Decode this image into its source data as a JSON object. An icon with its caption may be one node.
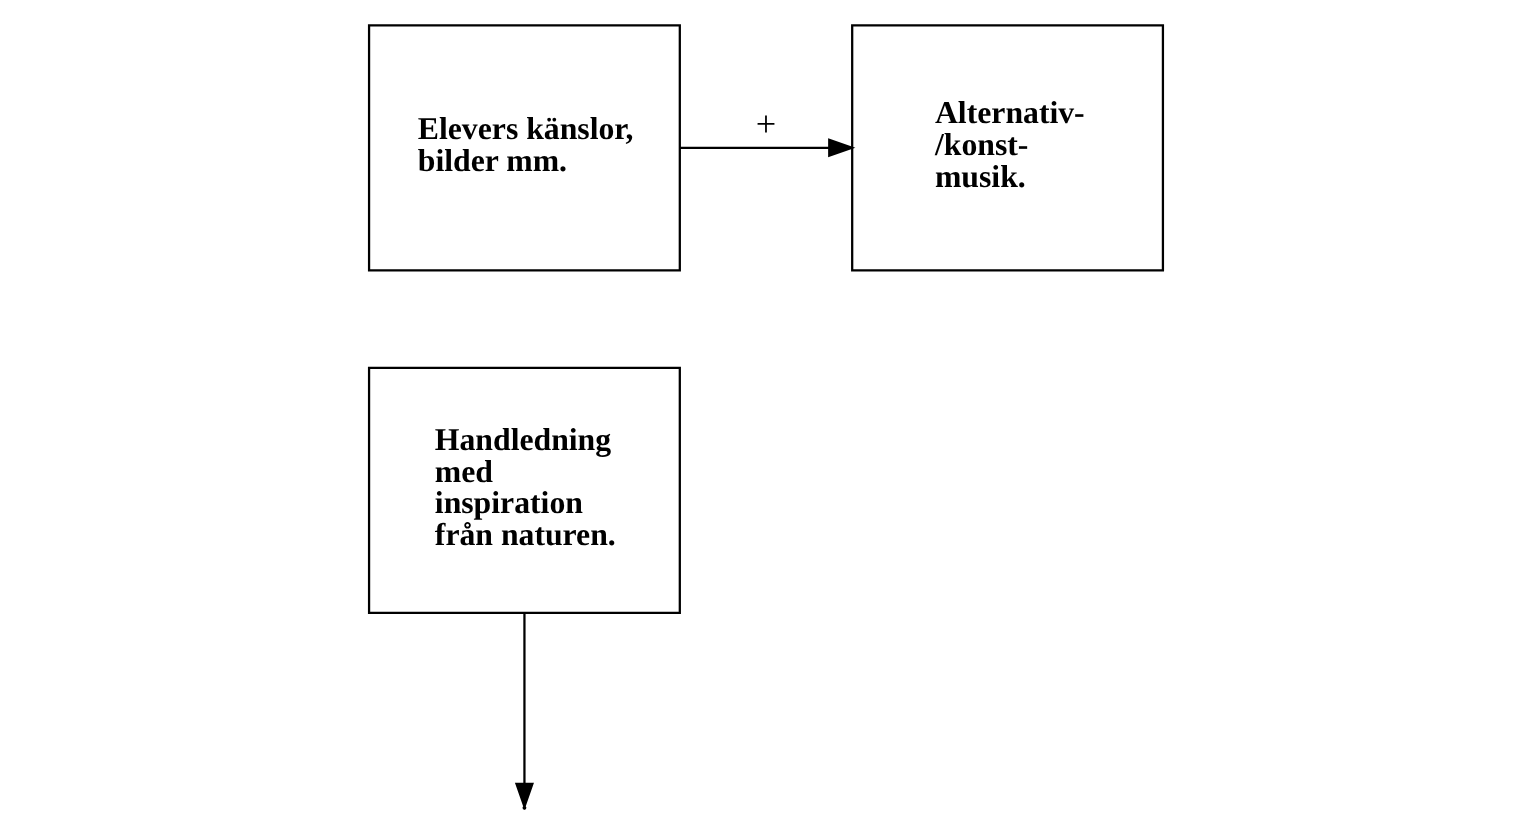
{
  "diagram": {
    "nodes": [
      {
        "text": [
          "Handledning med inspiration från naturen."
        ]
      },
      {
        "text": [
          "Elevers känslor, bilder mm."
        ]
      },
      {
        "text": [
          "Alternativ- /konst- musik."
        ]
      }
    ],
    "edges": [
      {
        "from": 1,
        "to": 2,
        "arrow": "to",
        "label": "+"
      },
      {
        "from": 0,
        "to": null,
        "arrow": "to"
      }
    ]
  }
}
